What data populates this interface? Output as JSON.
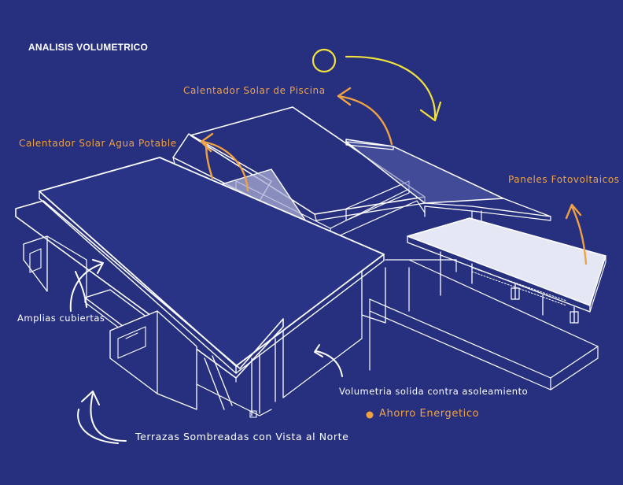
{
  "title": "ANALISIS VOLUMETRICO",
  "labels": {
    "pool_heater": "Calentador Solar de Piscina",
    "water_heater": "Calentador Solar Agua Potable",
    "pv_panels": "Paneles Fotovoltaicos",
    "roofs": "Amplias cubiertas",
    "solid_volume": "Volumetria solida contra asoleamiento",
    "energy_saving": "Ahorro Energetico",
    "terraces": "Terrazas Sombreadas con Vista al Norte"
  },
  "colors": {
    "background": "#26307e",
    "line": "#ffffff",
    "annotation_orange": "#f0a142",
    "sun_yellow": "#f2e23b",
    "panel_fill": "#e6e7f5"
  },
  "icons": [
    "sun-icon",
    "energy-dot-icon"
  ]
}
